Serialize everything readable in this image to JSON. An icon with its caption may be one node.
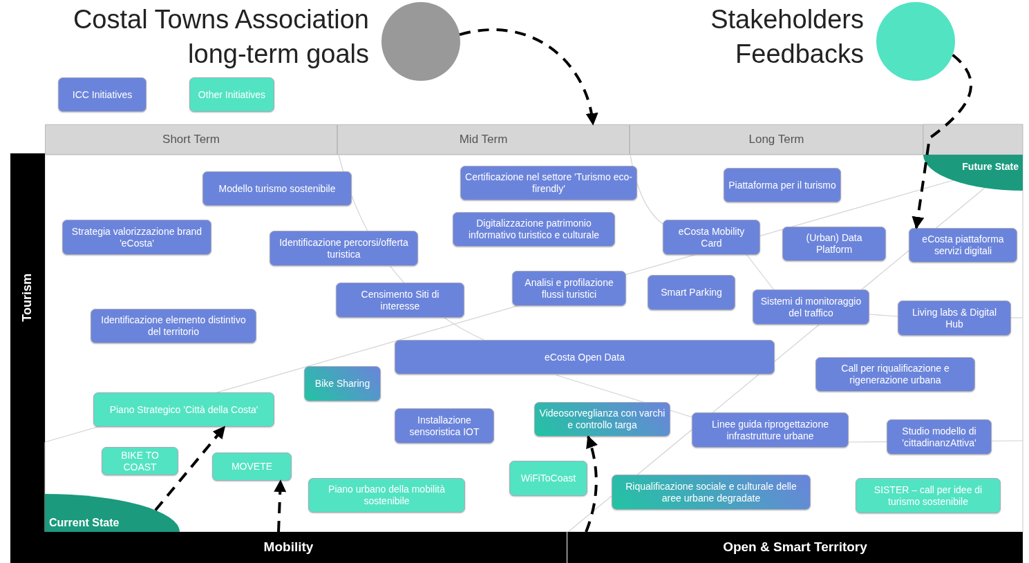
{
  "diagram": {
    "nodes": [
      {
        "text": [
          "Costal Towns Association long-term goals"
        ]
      },
      {
        "text": [
          "Stakeholders Feedbacks"
        ]
      },
      {
        "text": [
          "Short Term"
        ]
      },
      {
        "text": [
          "Mid Term"
        ]
      },
      {
        "text": [
          "Long Term"
        ]
      },
      {
        "text": [
          "Future State"
        ]
      },
      {
        "text": [
          "Tourism"
        ]
      },
      {
        "text": [
          "Modello turismo sostenibile"
        ]
      },
      {
        "text": [
          "Certificazione nel settore 'Turismo eco-firendly'"
        ]
      },
      {
        "text": [
          "Piattaforma per il turismo"
        ]
      },
      {
        "text": [
          "Strategia valorizzazione brand 'eCosta'"
        ]
      },
      {
        "text": [
          "Digitalizzazione patrimonio informativo turistico e culturale"
        ]
      },
      {
        "text": [
          "eCosta Mobility Card"
        ]
      },
      {
        "text": [
          "(Urban) Data Platform"
        ]
      },
      {
        "text": [
          "eCosta piattaforma servizi digitali"
        ]
      },
      {
        "text": [
          "Identificazione percorsi/offerta turistica"
        ]
      },
      {
        "text": [
          "Analisi e profilazione flussi turistici"
        ]
      },
      {
        "text": [
          "Smart Parking"
        ]
      },
      {
        "text": [
          "Censimento Siti di interesse"
        ]
      },
      {
        "text": [
          "Sistemi di monitoraggio del traffico"
        ]
      },
      {
        "text": [
          "Identificazione elemento distintivo del territorio"
        ]
      },
      {
        "text": [
          "Living labs & Digital Hub"
        ]
      },
      {
        "text": [
          "eCosta Open Data"
        ]
      },
      {
        "text": [
          "Call per riqualificazione e rigenerazione urbana"
        ]
      },
      {
        "text": [
          "Bike Sharing"
        ]
      },
      {
        "text": [
          "Piano Strategico 'Città della Costa'"
        ]
      },
      {
        "text": [
          "Installazione sensoristica IOT"
        ]
      },
      {
        "text": [
          "Videosorveglianza con varchi e controllo targa"
        ]
      },
      {
        "text": [
          "Linee guida riprogettazione infrastrutture urbane"
        ]
      },
      {
        "text": [
          "Studio modello di 'cittadinanzAttiva'"
        ]
      },
      {
        "text": [
          "BIKE TO COAST"
        ]
      },
      {
        "text": [
          "MOVETE"
        ]
      },
      {
        "text": [
          "WiFiToCoast"
        ]
      },
      {
        "text": [
          "Piano urbano della mobilità sostenibile"
        ]
      },
      {
        "text": [
          "Riqualificazione sociale e culturale delle aree urbane degradate"
        ]
      },
      {
        "text": [
          "SISTER – call per idee di turismo sostenibile"
        ]
      },
      {
        "text": [
          "Current State"
        ]
      },
      {
        "text": [
          "Mobility"
        ]
      },
      {
        "text": [
          "Open & Smart Territory"
        ]
      }
    ],
    "edges": [
      {
        "from": 0,
        "to": 3,
        "arrow": "to",
        "style": "dashed"
      },
      {
        "from": 1,
        "to": 14,
        "arrow": "to",
        "style": "dashed"
      },
      {
        "from": 36,
        "to": 25,
        "arrow": "to",
        "style": "dashed"
      },
      {
        "from": 37,
        "to": 31,
        "arrow": "to",
        "style": "dashed"
      },
      {
        "from": 38,
        "to": 27,
        "arrow": "to",
        "style": "dashed"
      }
    ],
    "legend": [
      {
        "text": "ICC Initiatives",
        "color": "#6b84db"
      },
      {
        "text": "Other Initiatives",
        "color": "#52e3c2"
      }
    ]
  }
}
